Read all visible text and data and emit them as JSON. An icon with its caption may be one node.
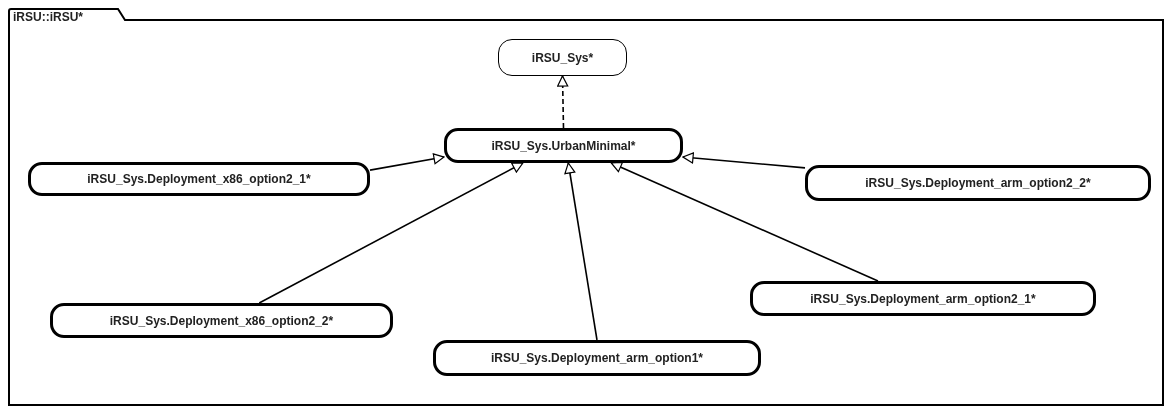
{
  "diagram": {
    "nodes": [
      {
        "text": [
          "iRSU::iRSU*"
        ]
      },
      {
        "text": [
          "iRSU_Sys*"
        ],
        "in": 0
      },
      {
        "text": [
          "iRSU_Sys.UrbanMinimal*"
        ],
        "in": 0
      },
      {
        "text": [
          "iRSU_Sys.Deployment_x86_option2_1*"
        ],
        "in": 0
      },
      {
        "text": [
          "iRSU_Sys.Deployment_arm_option2_2*"
        ],
        "in": 0
      },
      {
        "text": [
          "iRSU_Sys.Deployment_arm_option2_1*"
        ],
        "in": 0
      },
      {
        "text": [
          "iRSU_Sys.Deployment_x86_option2_2*"
        ],
        "in": 0
      },
      {
        "text": [
          "iRSU_Sys.Deployment_arm_option1*"
        ],
        "in": 0
      }
    ],
    "edges": [
      {
        "from": 2,
        "to": 1,
        "arrow": "to",
        "style": "dashed"
      },
      {
        "from": 3,
        "to": 2,
        "arrow": "to"
      },
      {
        "from": 4,
        "to": 2,
        "arrow": "to"
      },
      {
        "from": 6,
        "to": 2,
        "arrow": "to"
      },
      {
        "from": 7,
        "to": 2,
        "arrow": "to"
      },
      {
        "from": 5,
        "to": 2,
        "arrow": "to"
      }
    ]
  }
}
